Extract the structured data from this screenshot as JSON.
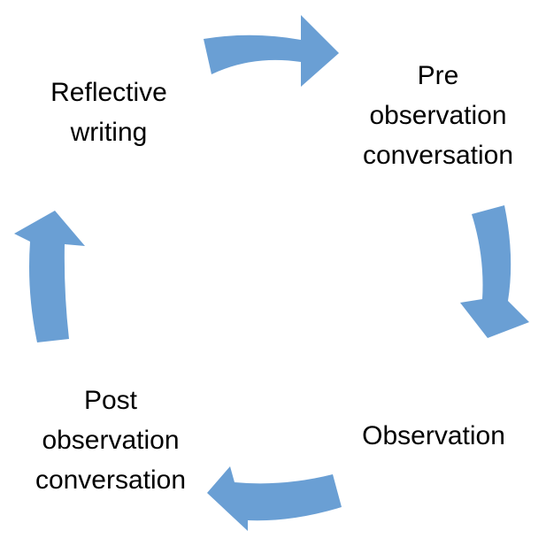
{
  "diagram": {
    "arrow_color": "#6a9fd4",
    "steps": [
      {
        "lines": [
          "Reflective",
          "writing"
        ]
      },
      {
        "lines": [
          "Pre",
          "observation",
          "conversation"
        ]
      },
      {
        "lines": [
          "Observation"
        ]
      },
      {
        "lines": [
          "Post",
          "observation",
          "conversation"
        ]
      }
    ]
  }
}
